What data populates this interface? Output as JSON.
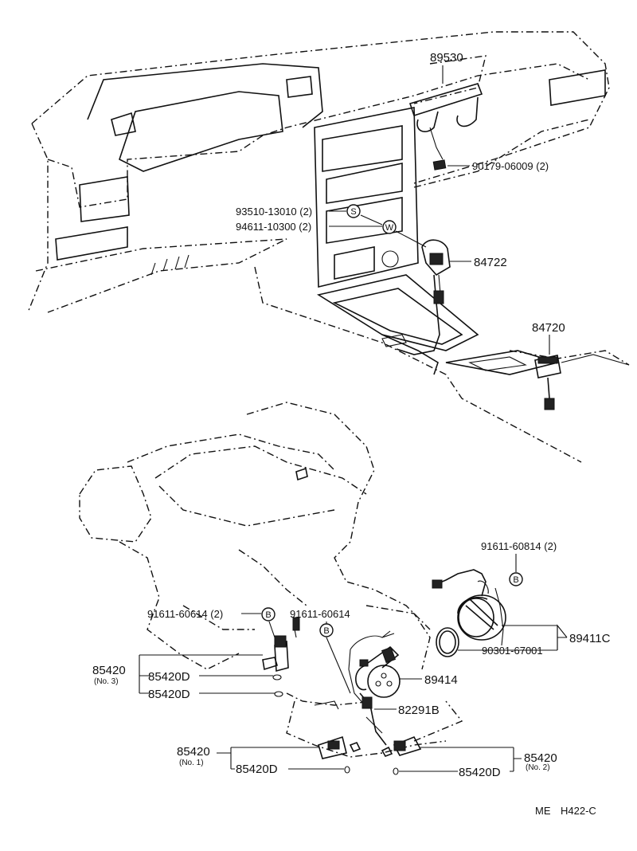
{
  "labels": {
    "p89530": "89530",
    "p90179": "90179-06009 (2)",
    "p93510": "93510-13010 (2)",
    "p94611": "94611-10300 (2)",
    "p84722": "84722",
    "p84720": "84720",
    "p91611_top": "91611-60814 (2)",
    "p91611_left": "91611-60614 (2)",
    "p91611_mid": "91611-60614",
    "p89411c": "89411C",
    "p90301": "90301-67001",
    "p89414": "89414",
    "p82291b": "82291B",
    "p85420_a": "85420",
    "p85420_a_sub": "(No. 3)",
    "p85420d_a1": "85420D",
    "p85420d_a2": "85420D",
    "p85420_b": "85420",
    "p85420_b_sub": "(No. 1)",
    "p85420d_b": "85420D",
    "p85420_c": "85420",
    "p85420_c_sub": "(No. 2)",
    "p85420d_c": "85420D"
  },
  "symbols": {
    "s": "S",
    "w": "W",
    "b": "B"
  },
  "footer": {
    "code_left": "ME",
    "code_right": "H422-C"
  }
}
